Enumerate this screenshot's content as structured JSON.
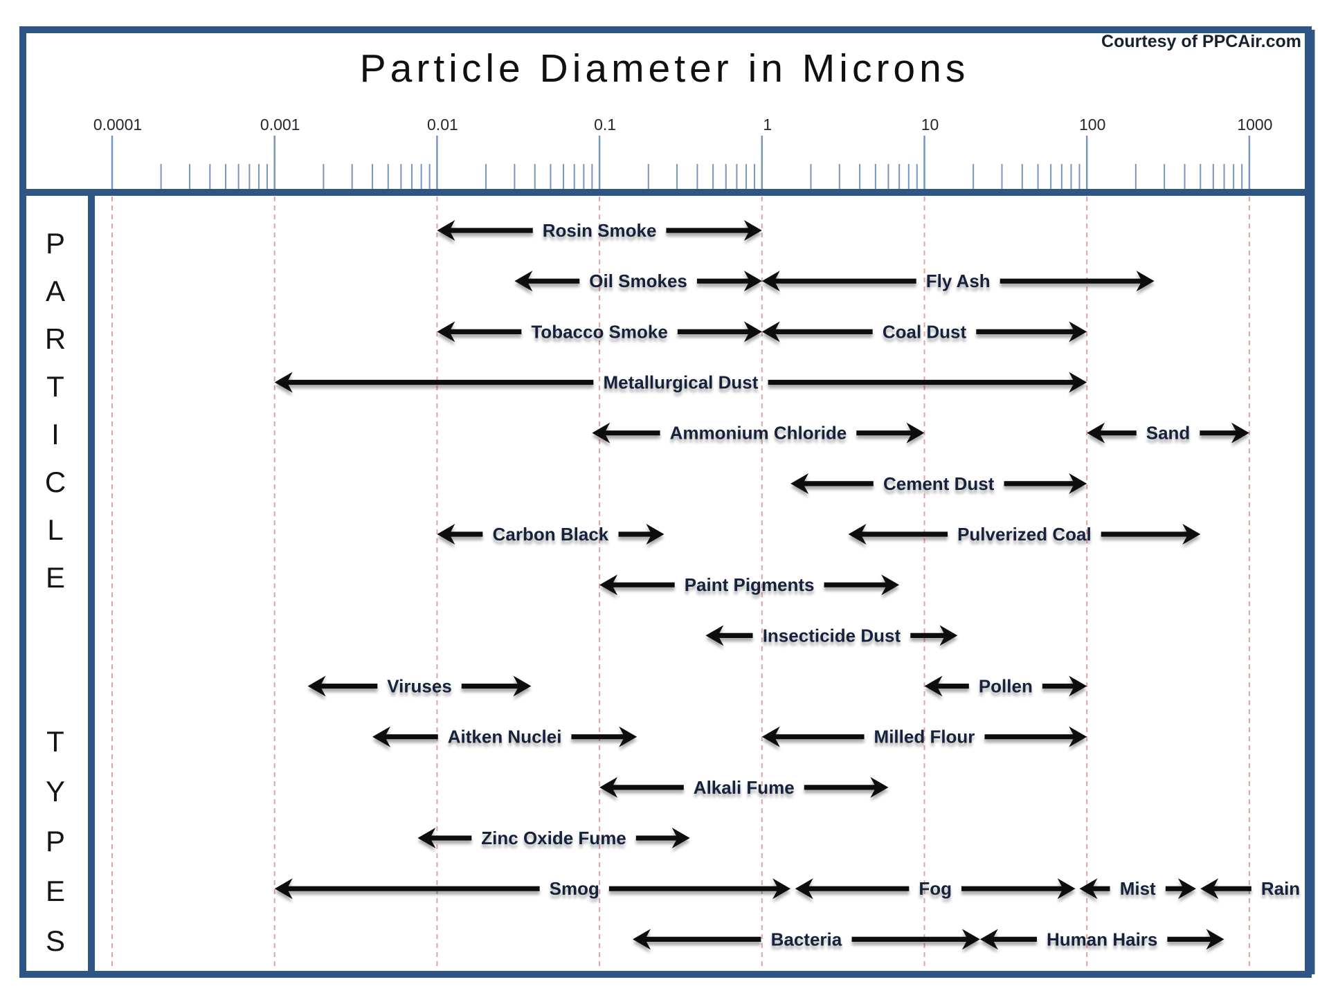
{
  "title": "Particle Diameter in Microns",
  "courtesy": "Courtesy of PPCAir.com",
  "side_label": {
    "top": "PARTICLE",
    "bottom": "TYPES"
  },
  "colors": {
    "border": "#2e5584",
    "tick": "#7595c2",
    "grid": "#e2a2a2",
    "arrow": "#0b0b0b",
    "range_label": "#16213a",
    "axis_text": "#24272e",
    "side_text": "#151515"
  },
  "chart_data": {
    "type": "bar",
    "subtype": "horizontal-log-range",
    "title": "Particle Diameter in Microns",
    "x_scale": "log",
    "x_unit": "microns",
    "xlim": [
      0.0001,
      1000
    ],
    "x_tick_labels": [
      "0.0001",
      "0.001",
      "0.01",
      "0.1",
      "1",
      "10",
      "100",
      "1000"
    ],
    "grid": "vertical dashed line at each decade",
    "legend": "none",
    "rows": [
      [
        {
          "name": "Rosin Smoke",
          "min": 0.01,
          "max": 1
        }
      ],
      [
        {
          "name": "Oil Smokes",
          "min": 0.03,
          "max": 1
        },
        {
          "name": "Fly Ash",
          "min": 1,
          "max": 260
        }
      ],
      [
        {
          "name": "Tobacco Smoke",
          "min": 0.01,
          "max": 1
        },
        {
          "name": "Coal Dust",
          "min": 1,
          "max": 100
        }
      ],
      [
        {
          "name": "Metallurgical Dust",
          "min": 0.001,
          "max": 100
        }
      ],
      [
        {
          "name": "Ammonium Chloride",
          "min": 0.09,
          "max": 10
        },
        {
          "name": "Sand",
          "min": 100,
          "max": 1000
        }
      ],
      [
        {
          "name": "Cement Dust",
          "min": 1.5,
          "max": 100
        }
      ],
      [
        {
          "name": "Carbon Black",
          "min": 0.01,
          "max": 0.25
        },
        {
          "name": "Pulverized Coal",
          "min": 3.4,
          "max": 500
        }
      ],
      [
        {
          "name": "Paint Pigments",
          "min": 0.1,
          "max": 7
        }
      ],
      [
        {
          "name": "Insecticide Dust",
          "min": 0.45,
          "max": 16
        }
      ],
      [
        {
          "name": "Viruses",
          "min": 0.0016,
          "max": 0.038
        },
        {
          "name": "Pollen",
          "min": 10,
          "max": 100
        }
      ],
      [
        {
          "name": "Aitken Nuclei",
          "min": 0.004,
          "max": 0.17
        },
        {
          "name": "Milled Flour",
          "min": 1,
          "max": 100
        }
      ],
      [
        {
          "name": "Alkali Fume",
          "min": 0.1,
          "max": 6
        }
      ],
      [
        {
          "name": "Zinc Oxide Fume",
          "min": 0.0076,
          "max": 0.36
        }
      ],
      [
        {
          "name": "Smog",
          "min": 0.001,
          "max": 1.5,
          "label_at": 0.07
        },
        {
          "name": "Fog",
          "min": 1.6,
          "max": 85
        },
        {
          "name": "Mist",
          "min": 90,
          "max": 470
        },
        {
          "name": "Rain",
          "min": 500,
          "max": 1000,
          "open_right": true
        }
      ],
      [
        {
          "name": "Bacteria",
          "min": 0.16,
          "max": 22
        },
        {
          "name": "Human Hairs",
          "min": 22,
          "max": 700
        }
      ]
    ]
  }
}
